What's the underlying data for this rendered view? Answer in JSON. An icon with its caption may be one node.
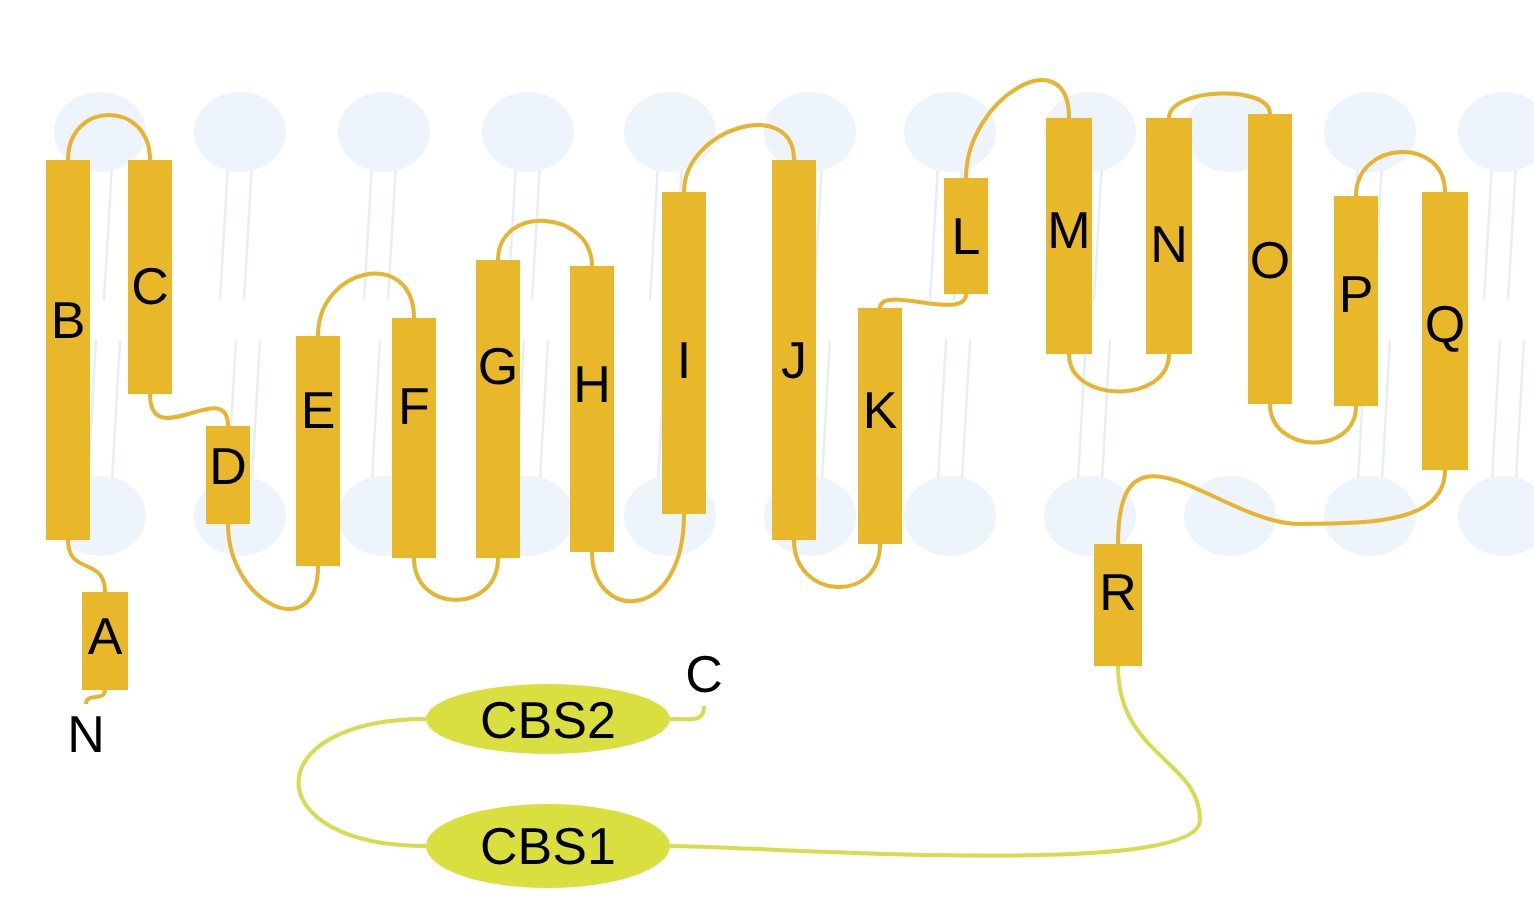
{
  "diagram": {
    "nodes": [
      {
        "text": [
          "A"
        ]
      },
      {
        "text": [
          "B"
        ]
      },
      {
        "text": [
          "C"
        ]
      },
      {
        "text": [
          "D"
        ]
      },
      {
        "text": [
          "E"
        ]
      },
      {
        "text": [
          "F"
        ]
      },
      {
        "text": [
          "G"
        ]
      },
      {
        "text": [
          "H"
        ]
      },
      {
        "text": [
          "I"
        ]
      },
      {
        "text": [
          "J"
        ]
      },
      {
        "text": [
          "K"
        ]
      },
      {
        "text": [
          "L"
        ]
      },
      {
        "text": [
          "M"
        ]
      },
      {
        "text": [
          "N"
        ]
      },
      {
        "text": [
          "O"
        ]
      },
      {
        "text": [
          "P"
        ]
      },
      {
        "text": [
          "Q"
        ]
      },
      {
        "text": [
          "R"
        ]
      },
      {
        "text": [
          "N"
        ]
      },
      {
        "text": [
          "CBS2"
        ]
      },
      {
        "text": [
          "C"
        ]
      },
      {
        "text": [
          "CBS1"
        ]
      }
    ],
    "edges": [
      {
        "from": 18,
        "to": 0,
        "arrow": "none"
      },
      {
        "from": 0,
        "to": 1,
        "arrow": "none"
      },
      {
        "from": 1,
        "to": 2,
        "arrow": "none"
      },
      {
        "from": 2,
        "to": 3,
        "arrow": "none"
      },
      {
        "from": 3,
        "to": 4,
        "arrow": "none"
      },
      {
        "from": 4,
        "to": 5,
        "arrow": "none"
      },
      {
        "from": 5,
        "to": 6,
        "arrow": "none"
      },
      {
        "from": 6,
        "to": 7,
        "arrow": "none"
      },
      {
        "from": 7,
        "to": 8,
        "arrow": "none"
      },
      {
        "from": 8,
        "to": 9,
        "arrow": "none"
      },
      {
        "from": 9,
        "to": 10,
        "arrow": "none"
      },
      {
        "from": 10,
        "to": 11,
        "arrow": "none"
      },
      {
        "from": 11,
        "to": 12,
        "arrow": "none"
      },
      {
        "from": 12,
        "to": 13,
        "arrow": "none"
      },
      {
        "from": 13,
        "to": 14,
        "arrow": "none"
      },
      {
        "from": 14,
        "to": 15,
        "arrow": "none"
      },
      {
        "from": 15,
        "to": 16,
        "arrow": "none"
      },
      {
        "from": 16,
        "to": 17,
        "arrow": "none"
      },
      {
        "from": 17,
        "to": 21,
        "arrow": "none",
        "color": "#d6dc4c"
      },
      {
        "from": 21,
        "to": 19,
        "arrow": "none",
        "color": "#d6dc4c"
      },
      {
        "from": 19,
        "to": 20,
        "arrow": "none",
        "color": "#d6dc4c"
      }
    ]
  }
}
